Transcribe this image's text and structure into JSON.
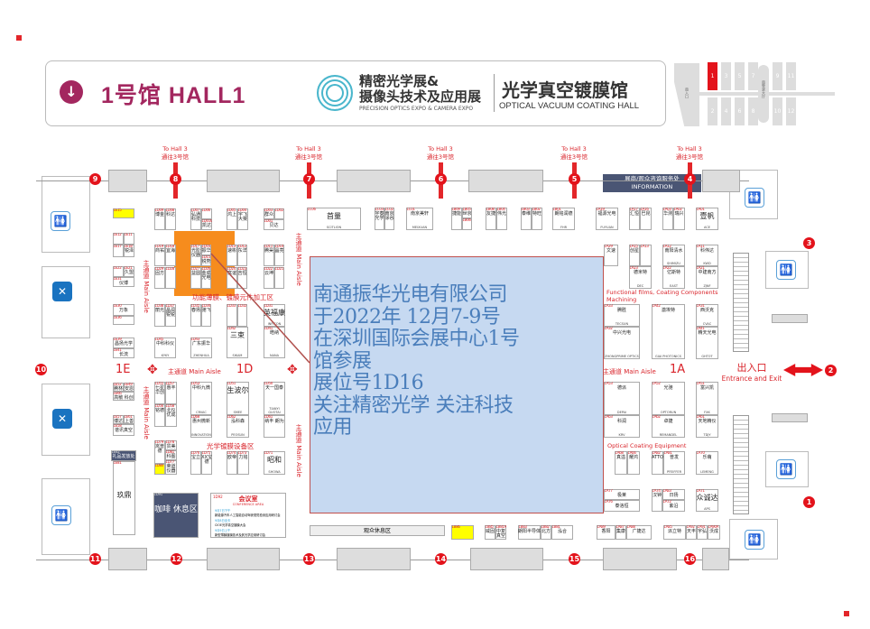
{
  "header": {
    "hall_title": "1号馆 HALL1",
    "expo_line1": "精密光学展&",
    "expo_line2": "摄像头技术及应用展",
    "expo_en": "PRECISION OPTICS EXPO & CAMERA EXPO",
    "hall_cn": "光学真空镀膜馆",
    "hall_en": "OPTICAL VACUUM COATING HALL"
  },
  "minimap": {
    "halls_top": [
      "1",
      "3",
      "5",
      "7",
      "9",
      "11"
    ],
    "halls_bottom": [
      "2",
      "4",
      "6",
      "8",
      "10",
      "12"
    ],
    "active": "1",
    "south_entrance": "南入口",
    "south_lobby": "南登录大厅"
  },
  "to_hall": {
    "en": "To Hall 3",
    "cn": "通往3号馆"
  },
  "gates": {
    "top": [
      "9",
      "8",
      "7",
      "6",
      "5",
      "4"
    ],
    "bottom": [
      "11",
      "12",
      "13",
      "14",
      "15",
      "16"
    ],
    "left": "10",
    "right": [
      "3",
      "2",
      "1"
    ]
  },
  "information": {
    "cn": "展商/观众咨询服务处",
    "en": "INFORMATION"
  },
  "exit": {
    "cn": "出入口",
    "en": "Entrance and Exit"
  },
  "aisle": {
    "cn": "主通道",
    "en": "Main Aisle"
  },
  "sections": {
    "e": "1E",
    "d": "1D",
    "a": "1A"
  },
  "zones": {
    "functional_cn": "功能薄膜、镀膜元件加工区",
    "functional_en": "Functional films, Coating Components Machining",
    "equipment_cn": "光学镀膜设备区",
    "equipment_en": "Optical Coating Equipment",
    "visitor_rest": "观众休息区"
  },
  "conference": {
    "code": "1D92",
    "title": "会议室",
    "title_en": "CONFERENCE AREA",
    "sessions": [
      {
        "date": "9月7日下午",
        "topic": "新能源汽车人工智能自动驾驶视觉检测应用研讨会"
      },
      {
        "date": "9月8日全天",
        "topic": "CIOE光学真空镀膜大会"
      },
      {
        "date": "9月9日上午",
        "topic": "新型薄膜镀膜技术及其光学应用研讨会"
      }
    ]
  },
  "booths": [
    {
      "code": "1E15",
      "name": "",
      "yellow": true
    },
    {
      "code": "1D09",
      "name": "博金"
    },
    {
      "code": "1D08",
      "name": "科达"
    },
    {
      "code": "1D07",
      "name": "弘通科技"
    },
    {
      "code": "1D06",
      "name": ""
    },
    {
      "code": "1D016",
      "name": "凯达"
    },
    {
      "code": "1D05",
      "name": "鸿上"
    },
    {
      "code": "1D04",
      "name": "宇飞大赛"
    },
    {
      "code": "1D03",
      "name": "群众"
    },
    {
      "code": "1D02",
      "name": ""
    },
    {
      "code": "1D01",
      "name": "贝达"
    },
    {
      "code": "1C06",
      "name": "首量",
      "en": "SCITLION",
      "big": true
    },
    {
      "code": "1C03",
      "name": "宇泰光学"
    },
    {
      "code": "1C02",
      "name": "南京涂谷"
    },
    {
      "code": "1C01",
      "name": "南京美轩",
      "en": "MEIXUAN"
    },
    {
      "code": "1B09",
      "name": "捷能"
    },
    {
      "code": "1B05",
      "name": "世京"
    },
    {
      "code": "1B06",
      "name": ""
    },
    {
      "code": "1B08",
      "name": "友捷"
    },
    {
      "code": "1B04",
      "name": "伟光"
    },
    {
      "code": "1B03",
      "name": "泰维"
    },
    {
      "code": "1B02",
      "name": "特旺"
    },
    {
      "code": "1B01",
      "name": "朗铭润德",
      "en": "FHR"
    },
    {
      "code": "1A19",
      "name": "福源光电",
      "en": "FUYUAN"
    },
    {
      "code": "1A17",
      "name": "汇恒"
    },
    {
      "code": "1A16",
      "name": "巴昆"
    },
    {
      "code": "1A03",
      "name": "华测"
    },
    {
      "code": "1A02",
      "name": "瑞兴"
    },
    {
      "code": "1A01",
      "name": "壹帆",
      "en": "ACE",
      "big": true
    },
    {
      "code": "1E12",
      "name": ""
    },
    {
      "code": "1E11",
      "name": ""
    },
    {
      "code": "1E17",
      "name": ""
    },
    {
      "code": "1E18",
      "name": "锐泽"
    },
    {
      "code": "1E22",
      "name": ""
    },
    {
      "code": "1E21",
      "name": "久盟"
    },
    {
      "code": "1E31",
      "name": "仪博"
    },
    {
      "code": "1D19",
      "name": "商祐"
    },
    {
      "code": "1D18",
      "name": "宜海"
    },
    {
      "code": "1D29",
      "name": "固方"
    },
    {
      "code": "1D28",
      "name": ""
    },
    {
      "code": "1D17",
      "name": "光阶仪器"
    },
    {
      "code": "1D16",
      "name": "振华"
    },
    {
      "code": "1D15",
      "name": "锐势"
    },
    {
      "code": "1D27",
      "name": "益圆"
    },
    {
      "code": "1D26",
      "name": "金成光电"
    },
    {
      "code": "1D13",
      "name": "速彬"
    },
    {
      "code": "1D12",
      "name": "东洋"
    },
    {
      "code": "1D24",
      "name": "富谊"
    },
    {
      "code": "1D23",
      "name": "吉恒"
    },
    {
      "code": "1D11",
      "name": "腾昊"
    },
    {
      "code": "1D10",
      "name": "晶亮"
    },
    {
      "code": "1D22",
      "name": "云坤"
    },
    {
      "code": "1D21",
      "name": ""
    },
    {
      "code": "1A29",
      "name": "文速"
    },
    {
      "code": "1A15",
      "name": "创星"
    },
    {
      "code": "1A13",
      "name": ""
    },
    {
      "code": "1A23",
      "name": "德米特",
      "en": "DEC"
    },
    {
      "code": "1A12",
      "name": "南阳清水",
      "en": "SHIMIZU"
    },
    {
      "code": "1A22",
      "name": "亿斯特",
      "en": "EAST"
    },
    {
      "code": "1A11",
      "name": "科伟达",
      "en": "KWD"
    },
    {
      "code": "1A21",
      "name": "中建南方",
      "en": "ZJNF"
    },
    {
      "code": "1E30",
      "name": "万象"
    },
    {
      "code": "1E36",
      "name": ""
    },
    {
      "code": "1D38",
      "name": "丽光"
    },
    {
      "code": "1D37",
      "name": "晶润锐锐"
    },
    {
      "code": "1D35",
      "name": "春扬"
    },
    {
      "code": "1D34",
      "name": "驰飞"
    },
    {
      "code": "1D33",
      "name": ""
    },
    {
      "code": "1D32",
      "name": ""
    },
    {
      "code": "1D31",
      "name": "英福康",
      "en": "INFICON",
      "big": true
    },
    {
      "code": "1A33",
      "name": "腾胜",
      "en": "TECSUN"
    },
    {
      "code": "1A32",
      "name": "中兴光电",
      "en": "ZHONGPRIME OPTICS"
    },
    {
      "code": "1A42",
      "name": "激埃特",
      "en": "GIAI PHOTONICS"
    },
    {
      "code": "1A31",
      "name": "西沃克",
      "en": "CVAC"
    },
    {
      "code": "1A41",
      "name": "精天光电",
      "en": "GHTOT"
    },
    {
      "code": "1E39",
      "name": "昌扬光学"
    },
    {
      "code": "1E41",
      "name": "长流"
    },
    {
      "code": "1D45",
      "name": "中科科仪",
      "en": "KYKY"
    },
    {
      "code": "1D43",
      "name": "广东振华",
      "en": "ZHENHUA"
    },
    {
      "code": "1D42",
      "name": "三束",
      "en": "SIKAM",
      "big": true
    },
    {
      "code": "1D41",
      "name": "皓纳",
      "en": "NANA"
    },
    {
      "code": "1E52",
      "name": "腾林"
    },
    {
      "code": "1E49",
      "name": "安恩"
    },
    {
      "code": "1E66",
      "name": "高敏 科创"
    },
    {
      "code": "1E57",
      "name": "博达"
    },
    {
      "code": "1E61",
      "name": "上善"
    },
    {
      "code": "1E58",
      "name": "谱讯真空"
    },
    {
      "code": "1D55",
      "name": "七星华创"
    },
    {
      "code": "1D57",
      "name": "惠丰"
    },
    {
      "code": "1D56",
      "name": "铭德"
    },
    {
      "code": "1D58",
      "name": "北仪优成"
    },
    {
      "code": "1D53",
      "name": "中科九微",
      "en": "CRVAC"
    },
    {
      "code": "1D68",
      "name": "惠州微新",
      "en": "INNOVATION"
    },
    {
      "code": "1D51",
      "name": "生波尔",
      "en": "SMEE",
      "big": true
    },
    {
      "code": "1D62",
      "name": "泓科森",
      "en": "PEOSUN"
    },
    {
      "code": "1D50",
      "name": "天一国泰",
      "en": "TIANYI GUOTAI"
    },
    {
      "code": "1D61",
      "name": "纳丰 朗为"
    },
    {
      "code": "1D79",
      "name": "岚普德"
    },
    {
      "code": "1D78",
      "name": "贯美"
    },
    {
      "code": "1D81",
      "name": "科图"
    },
    {
      "code": "1D80",
      "name": "",
      "yellow": true
    },
    {
      "code": "1D77",
      "name": "荣道 仪器"
    },
    {
      "code": "1D76",
      "name": "宝立"
    },
    {
      "code": "1D75",
      "name": "XX宝德"
    },
    {
      "code": "1D74",
      "name": "欧帝"
    },
    {
      "code": "1D73",
      "name": "力铭"
    },
    {
      "code": "1D71",
      "name": "昭和",
      "en": "SHOWA",
      "big": true
    },
    {
      "code": "1E82",
      "name": "礼品发放处",
      "dark": true
    },
    {
      "code": "1E81",
      "name": "玖鼎",
      "big": true
    },
    {
      "code": "1D91",
      "name": "咖啡 休息区",
      "dark": true
    },
    {
      "code": "1A53",
      "name": "德派",
      "en": "DEPAI"
    },
    {
      "code": "1A63",
      "name": "科润",
      "en": "KRV"
    },
    {
      "code": "1A52",
      "name": "光驰",
      "en": "OPTORUN"
    },
    {
      "code": "1A62",
      "name": "卓捷",
      "en": "REMANDEL"
    },
    {
      "code": "1A51",
      "name": "富兴凯",
      "en": "FXK"
    },
    {
      "code": "1A61",
      "name": "天地精仪",
      "en": "TDJY"
    },
    {
      "code": "1A68",
      "name": "真溢"
    },
    {
      "code": "1A66",
      "name": "耀鸿"
    },
    {
      "code": "1A82",
      "name": "ATTO"
    },
    {
      "code": "1A81",
      "name": "普发",
      "en": "PFEIFFER"
    },
    {
      "code": "1A70",
      "name": "乐萌",
      "en": "LEMENG"
    },
    {
      "code": "1A77",
      "name": "极莱"
    },
    {
      "code": "1A76",
      "name": "泰洛恒"
    },
    {
      "code": "1A74",
      "name": "汉钟"
    },
    {
      "code": "1A83",
      "name": "日扬"
    },
    {
      "code": "1A72",
      "name": "紫沿"
    },
    {
      "code": "1A71",
      "name": "众诚达",
      "en": "APS",
      "big": true
    },
    {
      "code": "1B86",
      "name": "",
      "yellow": true
    },
    {
      "code": "1B85",
      "name": "威固"
    },
    {
      "code": "1B81A",
      "name": "中复 真空"
    },
    {
      "code": "1B83",
      "name": "朗阳半导体"
    },
    {
      "code": "1B82",
      "name": "北方"
    },
    {
      "code": "1B81",
      "name": "泓合"
    },
    {
      "code": "1A89",
      "name": "香阳"
    },
    {
      "code": "1A87",
      "name": "集康"
    },
    {
      "code": "1A88",
      "name": "广捷达"
    },
    {
      "code": "1A85",
      "name": "派立特"
    },
    {
      "code": "1A92",
      "name": "天丰"
    },
    {
      "code": "1A91",
      "name": "宇弘"
    },
    {
      "code": "1A90A",
      "name": "沃成"
    }
  ],
  "announcement": {
    "lines": [
      "南通振华光电有限公司",
      "于2022年 12月7-9号",
      "在深圳国际会展中心1号",
      "馆参展",
      "展位号1D16",
      "关注精密光学 关注科技",
      "应用"
    ]
  },
  "colors": {
    "brand": "#a3275f",
    "red": "#e3131b",
    "highlight_orange": "#f5820a",
    "overlay_fill": "#c6d9f1",
    "overlay_text": "#4a7ebb"
  }
}
